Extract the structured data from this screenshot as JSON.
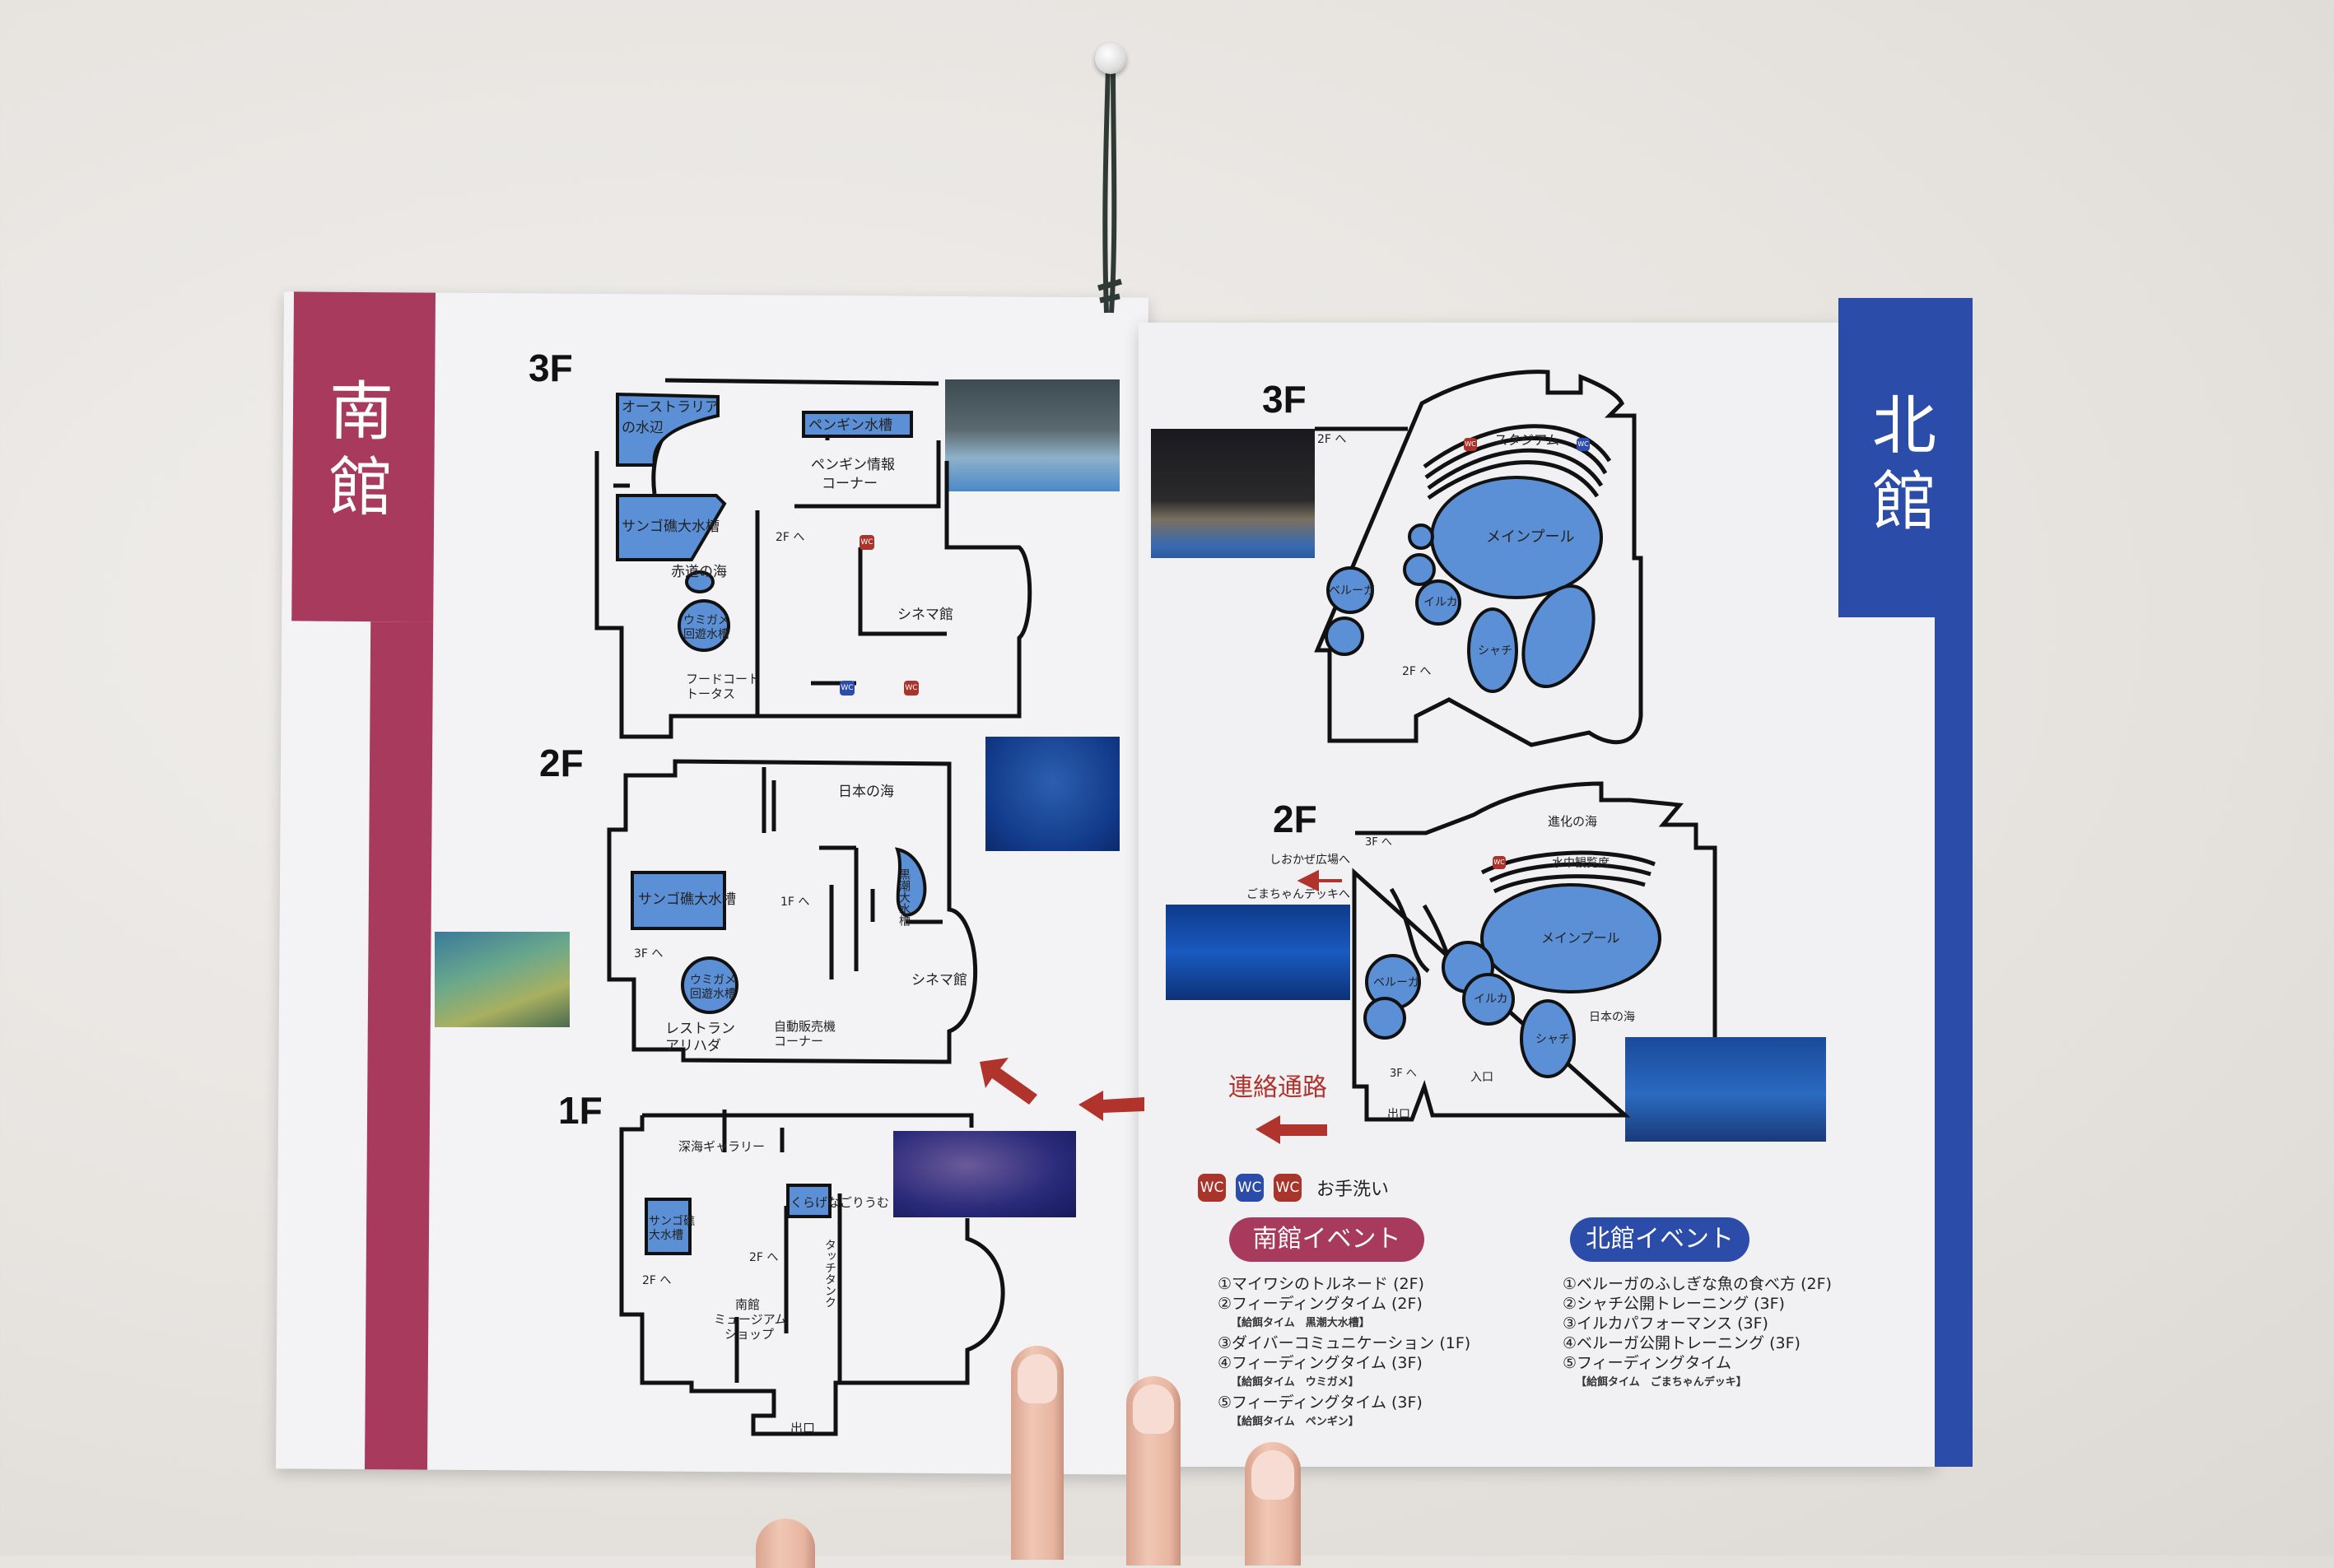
{
  "south": {
    "band_label": "南館",
    "color": "#a83a5e",
    "floors": {
      "f3": {
        "title": "3F",
        "labels": {
          "australia": "オーストラリア",
          "australia2": "の水辺",
          "penguin_tank": "ペンギン水槽",
          "penguin_info": "ペンギン情報",
          "penguin_info2": "コーナー",
          "coral": "サンゴ礁大水槽",
          "equator": "赤道の海",
          "turtle": "ウミガメ",
          "turtle2": "回遊水槽",
          "to2f": "2F へ",
          "cinema": "シネマ館",
          "food": "フードコート",
          "food2": "トータス"
        }
      },
      "f2": {
        "title": "2F",
        "labels": {
          "japan_sea": "日本の海",
          "kuroshio": "黒潮大水槽",
          "coral": "サンゴ礁大水槽",
          "to1f": "1F へ",
          "to3f": "3F へ",
          "turtle": "ウミガメ",
          "turtle2": "回遊水槽",
          "cinema": "シネマ館",
          "restaurant": "レストラン",
          "restaurant2": "アリハダ",
          "vending": "自動販売機",
          "vending2": "コーナー"
        }
      },
      "f1": {
        "title": "1F",
        "labels": {
          "deep_sea": "深海ギャラリー",
          "coral": "サンゴ礁",
          "coral2": "大水槽",
          "jelly": "くらげなごりうむ",
          "touch": "タッチタンク",
          "to2f_a": "2F へ",
          "to2f_b": "2F へ",
          "shop1": "南館",
          "shop2": "ミュージアム",
          "shop3": "ショップ",
          "exit": "出口"
        }
      }
    }
  },
  "north": {
    "band_label": "北館",
    "color": "#2b4ca8",
    "floors": {
      "f3": {
        "title": "3F",
        "labels": {
          "to2f_a": "2F へ",
          "stadium": "スタジアム",
          "main_pool": "メインプール",
          "beluga": "ベルーガ",
          "dolphin": "イルカ",
          "orca": "シャチ",
          "to2f_b": "2F へ"
        }
      },
      "f2": {
        "title": "2F",
        "labels": {
          "evolution": "進化の海",
          "underwater": "水中観覧席",
          "to3f_a": "3F へ",
          "shiokaze": "しおかぜ広場へ",
          "goma": "ごまちゃんデッキへ",
          "main_pool": "メインプール",
          "beluga": "ベルーガ",
          "dolphin": "イルカ",
          "orca": "シャチ",
          "japan_sea": "日本の海",
          "entrance": "入口",
          "exit": "出口",
          "to3f_b": "3F へ"
        }
      }
    }
  },
  "connector_label": "連絡通路",
  "wc": {
    "icon_label": "WC",
    "legend_text": "お手洗い",
    "colors": [
      "#a8342c",
      "#2b4ca8",
      "#a8342c"
    ]
  },
  "events": {
    "south": {
      "title": "南館イベント",
      "items": [
        {
          "text": "①マイワシのトルネード (2F)"
        },
        {
          "text": "②フィーディングタイム (2F)",
          "sub": "【給餌タイム　黒潮大水槽】"
        },
        {
          "text": "③ダイバーコミュニケーション (1F)"
        },
        {
          "text": "④フィーディングタイム (3F)",
          "sub": "【給餌タイム　ウミガメ】"
        },
        {
          "text": "⑤フィーディングタイム (3F)",
          "sub": "【給餌タイム　ペンギン】"
        }
      ]
    },
    "north": {
      "title": "北館イベント",
      "items": [
        {
          "text": "①ベルーガのふしぎな魚の食べ方 (2F)"
        },
        {
          "text": "②シャチ公開トレーニング (3F)"
        },
        {
          "text": "③イルカパフォーマンス (3F)"
        },
        {
          "text": "④ベルーガ公開トレーニング (3F)"
        },
        {
          "text": "⑤フィーディングタイム",
          "sub": "【給餌タイム　ごまちゃんデッキ】"
        }
      ]
    }
  },
  "colors": {
    "tank": "#5b8fd6",
    "arrow": "#b0332c"
  }
}
